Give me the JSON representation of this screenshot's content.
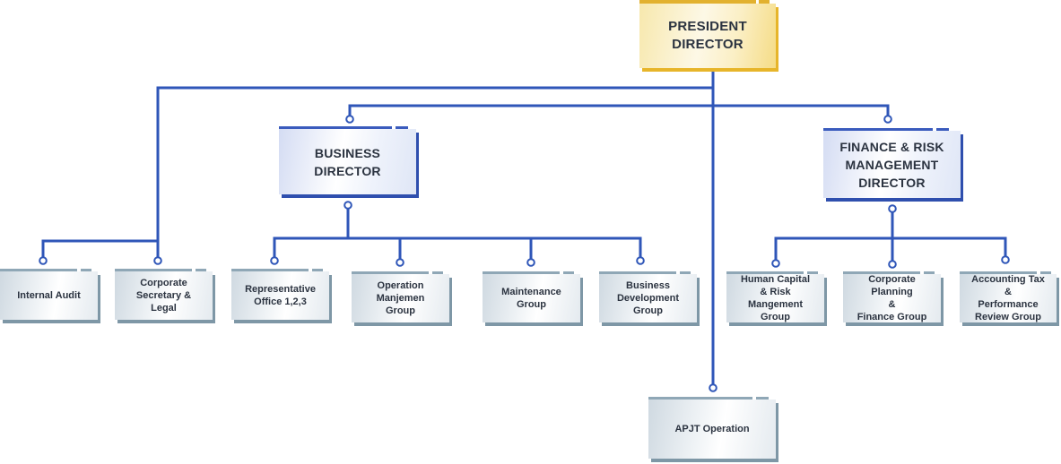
{
  "org": {
    "president": "PRESIDENT\nDIRECTOR",
    "business": "BUSINESS\nDIRECTOR",
    "finance": "FINANCE & RISK\nMANAGEMENT\nDIRECTOR",
    "internal_audit": "Internal Audit",
    "corp_secretary": "Corporate\nSecretary &\nLegal",
    "representative": "Representative\nOffice 1,2,3",
    "operation_mgmt": "Operation\nManjemen\nGroup",
    "maintenance": "Maintenance\nGroup",
    "business_dev": "Business\nDevelopment\nGroup",
    "human_capital": "Human Capital\n& Risk\nMangement Group",
    "corp_planning": "Corporate Planning\n&\nFinance Group",
    "accounting": "Accounting Tax &\nPerformance\nReview Group",
    "apjt": "APJT Operation"
  },
  "colors": {
    "connector": "#2f56b8",
    "gold_accent": "#e7b52a",
    "blue_accent": "#2f4fae",
    "grey_accent": "#7e97a6"
  }
}
